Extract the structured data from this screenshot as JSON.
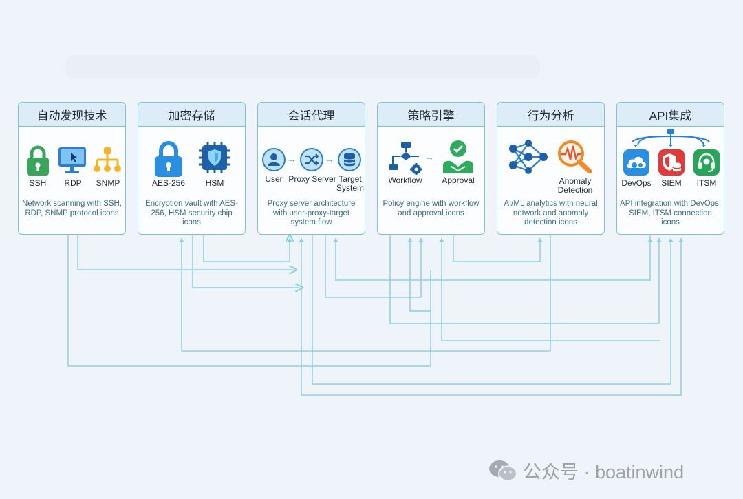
{
  "watermark": {
    "text": "公众号 · boatinwind",
    "icon": "wechat-icon"
  },
  "colors": {
    "card_border": "#7cc3d8",
    "card_head": "#dcedf8",
    "connector": "#8fd0df",
    "desc_text": "#3d6d86"
  },
  "cards": [
    {
      "title": "自动发现技术",
      "labels": [
        "SSH",
        "RDP",
        "SNMP"
      ],
      "icons": [
        "lock-icon",
        "monitor-icon",
        "network-icon"
      ],
      "desc": "Network scanning with SSH, RDP, SNMP protocol icons"
    },
    {
      "title": "加密存储",
      "labels": [
        "AES-256",
        "HSM"
      ],
      "icons": [
        "lock-icon",
        "chip-shield-icon"
      ],
      "desc": "Encryption vault with AES-256, HSM security chip icons"
    },
    {
      "title": "会话代理",
      "labels": [
        "User",
        "Proxy Server",
        "Target System"
      ],
      "icons": [
        "user-icon",
        "shuffle-icon",
        "database-icon"
      ],
      "desc": "Proxy server architecture with user-proxy-target system flow"
    },
    {
      "title": "策略引擎",
      "labels": [
        "Workflow",
        "Approval"
      ],
      "icons": [
        "workflow-icon",
        "approval-icon"
      ],
      "desc": "Policy engine with workflow and approval icons"
    },
    {
      "title": "行为分析",
      "labels": [
        "Anomaly Detection"
      ],
      "icons": [
        "neural-network-icon",
        "anomaly-search-icon"
      ],
      "desc": "AI/ML analytics with neural network and anomaly detection icons"
    },
    {
      "title": "API集成",
      "labels": [
        "DevOps",
        "SIEM",
        "ITSM"
      ],
      "icons": [
        "devops-icon",
        "siem-icon",
        "itsm-icon"
      ],
      "desc": "API integration with DevOps, SIEM, ITSM connection icons"
    }
  ]
}
